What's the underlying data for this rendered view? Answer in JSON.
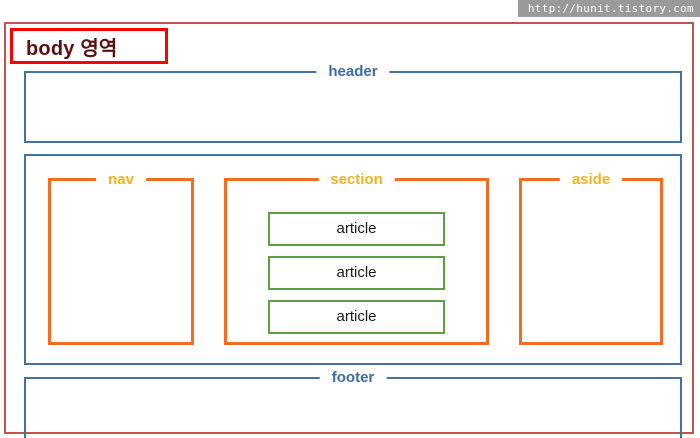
{
  "watermark": {
    "text": "http://hunit.tistory.com"
  },
  "body_region": {
    "label": "body 영역",
    "label_border_color": "#ff0000",
    "label_text_color": "#5b1111",
    "border_color": "#c9514f"
  },
  "regions": {
    "header": {
      "label": "header",
      "border_color": "#4472a8",
      "label_color": "#3c6ca8"
    },
    "middle": {
      "border_color": "#4472a8",
      "columns": [
        {
          "name": "nav",
          "label": "nav",
          "border_color": "#f26d21",
          "label_color": "#f4b223"
        },
        {
          "name": "section",
          "label": "section",
          "border_color": "#f26d21",
          "label_color": "#f4b223",
          "articles": [
            {
              "label": "article"
            },
            {
              "label": "article"
            },
            {
              "label": "article"
            }
          ]
        },
        {
          "name": "aside",
          "label": "aside",
          "border_color": "#f26d21",
          "label_color": "#f4b223"
        }
      ]
    },
    "footer": {
      "label": "footer",
      "border_color": "#4472a8",
      "label_color": "#3c6ca8"
    }
  },
  "article_style": {
    "border_color": "#5f9e41",
    "text_color": "#1a1a1a"
  }
}
